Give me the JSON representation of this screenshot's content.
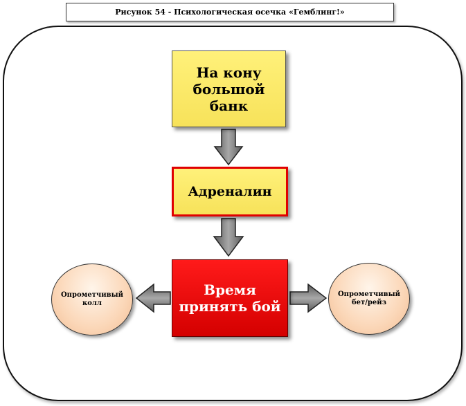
{
  "caption": "Рисунок 54 - Психологическая осечка «Гемблинг!»",
  "nodes": {
    "bank": "На кону\nбольшой банк",
    "adrenaline": "Адреналин",
    "time": "Время\nпринять бой",
    "left_oval": "Опрометчивый\nколл",
    "right_oval": "Опрометчивый\nбет/рейз"
  },
  "colors": {
    "yellow": "#f9e566",
    "red": "#e00000",
    "peach": "#fbd7b8",
    "arrow": "#7a7a7a"
  }
}
